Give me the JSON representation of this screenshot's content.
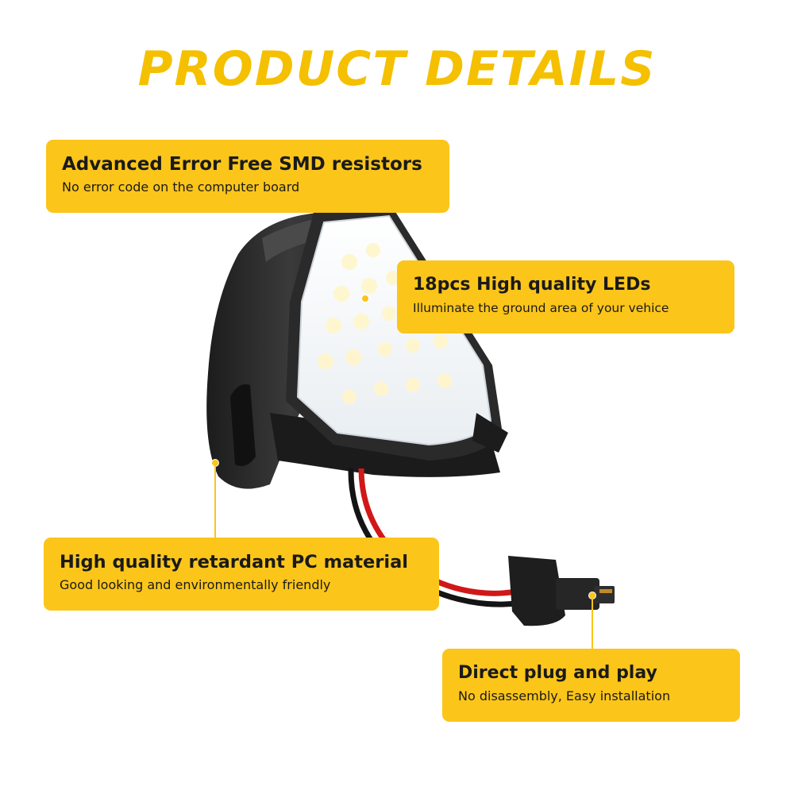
{
  "title": "PRODUCT DETAILS",
  "colors": {
    "accent": "#fbc51a",
    "title": "#f5c000",
    "text": "#1a1a1a"
  },
  "callouts": [
    {
      "heading": "Advanced Error Free SMD resistors",
      "subtitle": "No error code on the computer board"
    },
    {
      "heading": "18pcs High quality LEDs",
      "subtitle": "Illuminate the ground area of your vehice"
    },
    {
      "heading": "High quality retardant PC material",
      "subtitle": "Good looking and environmentally friendly"
    },
    {
      "heading": "Direct plug and play",
      "subtitle": "No disassembly, Easy installation"
    }
  ]
}
